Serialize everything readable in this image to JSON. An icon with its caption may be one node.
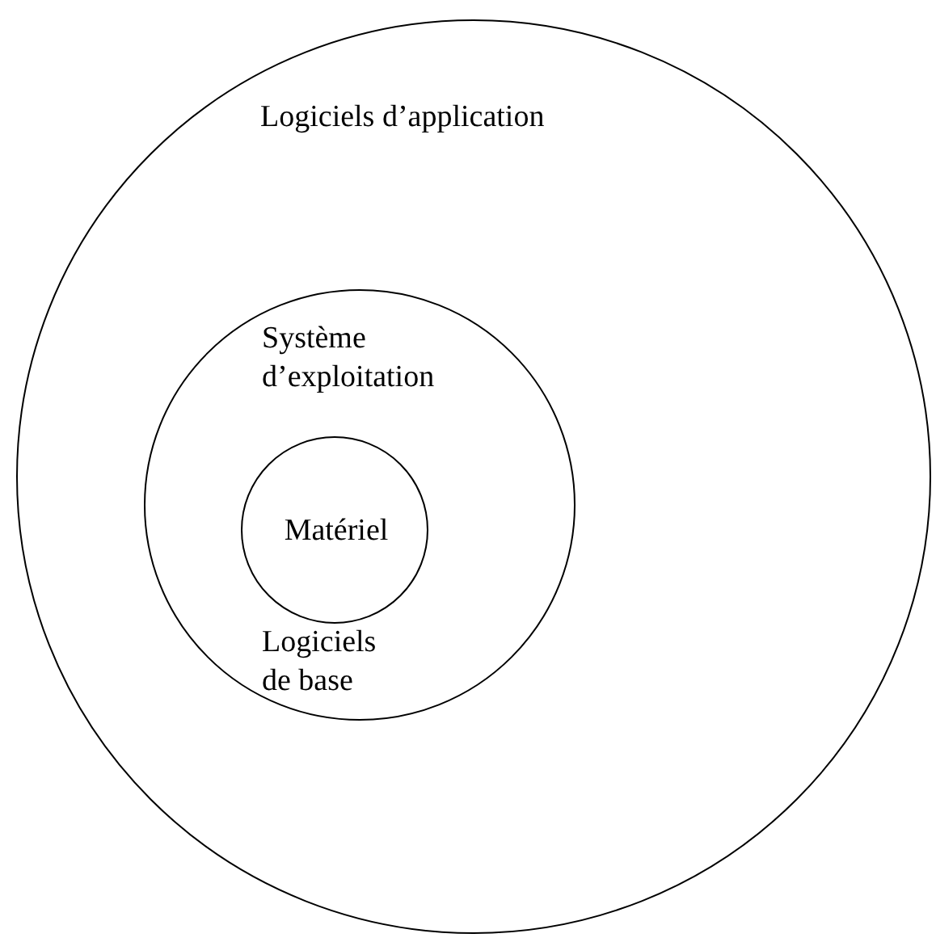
{
  "diagram": {
    "nodes": [
      {
        "text": [
          "Logiciels d’application"
        ]
      },
      {
        "text": [
          "Système d’exploitation",
          "Logiciels de base"
        ],
        "in": 0
      },
      {
        "text": [
          "Matériel"
        ],
        "in": 1
      }
    ]
  }
}
